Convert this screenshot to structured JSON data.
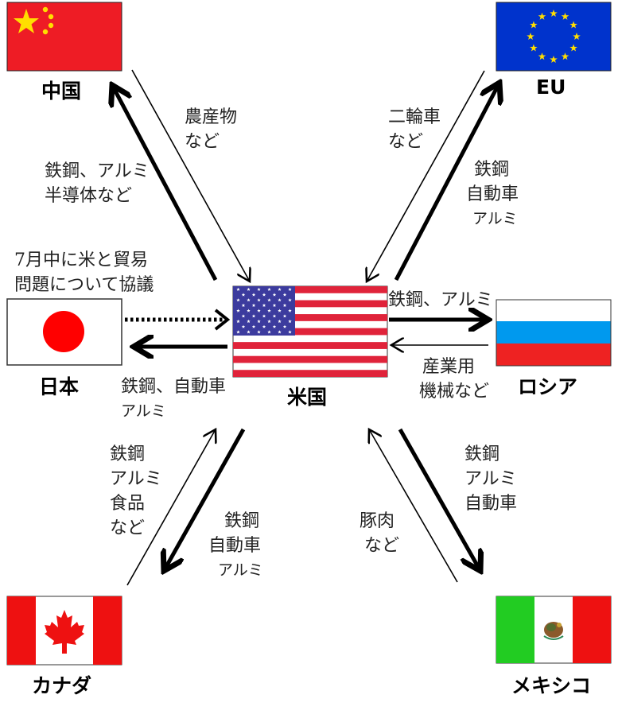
{
  "countries": {
    "china": "中国",
    "eu": "EU",
    "japan": "日本",
    "usa": "米国",
    "russia": "ロシア",
    "canada": "カナダ",
    "mexico": "メキシコ"
  },
  "notes": {
    "china_to_us": [
      "農産物",
      "など"
    ],
    "us_to_china": [
      "鉄鋼、アルミ",
      "半導体など"
    ],
    "japan_talks": [
      "7月中に米と貿易",
      "問題について協議"
    ],
    "eu_to_us": [
      "二輪車",
      "など"
    ],
    "us_to_eu": [
      "鉄鋼",
      "自動車",
      "アルミ"
    ],
    "us_to_russia": "鉄鋼、アルミ",
    "russia_to_us": [
      "産業用",
      "機械など"
    ],
    "us_to_japan": [
      "鉄鋼、自動車",
      "アルミ"
    ],
    "canada_to_us": [
      "鉄鋼",
      "アルミ",
      "食品",
      "など"
    ],
    "us_to_canada": [
      "鉄鋼",
      "自動車",
      "アルミ"
    ],
    "mexico_to_us": [
      "豚肉",
      "など"
    ],
    "us_to_mexico": [
      "鉄鋼",
      "アルミ",
      "自動車"
    ]
  },
  "colors": {
    "china_red": "#ee1c25",
    "china_star": "#ffde00",
    "eu_blue": "#0033cc",
    "eu_star": "#ffdd00",
    "japan_disc": "#ff0000",
    "us_red": "#e0233a",
    "us_blue": "#3c3b9e",
    "russia_blue": "#0099ee",
    "russia_red": "#ee2222",
    "canada_red": "#ee1111",
    "mexico_green": "#22cc22",
    "mexico_red": "#ee1111"
  }
}
